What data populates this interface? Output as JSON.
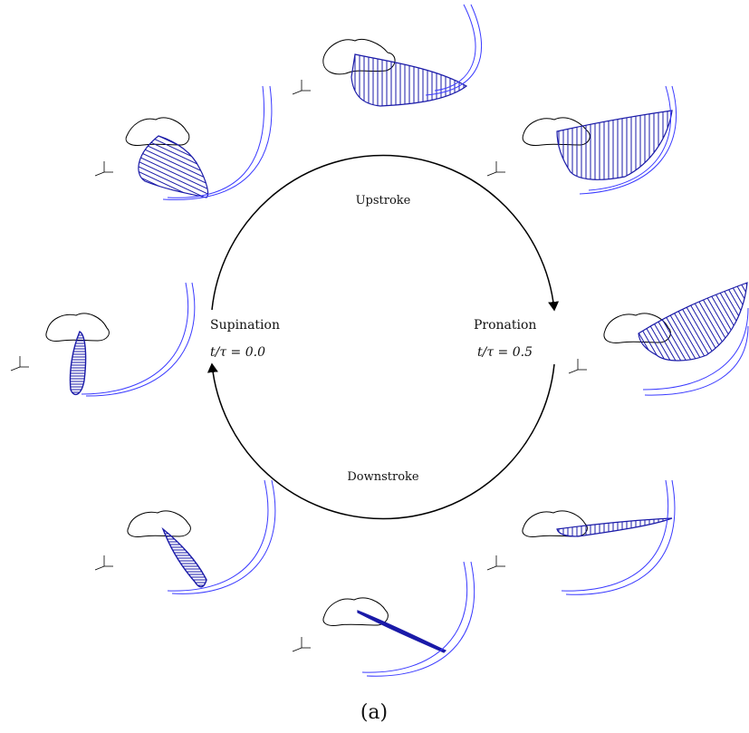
{
  "diagram": {
    "labels": {
      "upstroke": "Upstroke",
      "downstroke": "Downstroke",
      "supination": "Supination",
      "pronation": "Pronation",
      "supination_time": "t/τ = 0.0",
      "pronation_time": "t/τ = 0.5"
    },
    "caption": "(a)",
    "colors": {
      "wing_stroke": "#1a1aa8",
      "wing_hatch": "#1a1aa8",
      "trajectory": "#3a3aff",
      "cycle": "#000000",
      "body_outline": "#000000"
    }
  }
}
